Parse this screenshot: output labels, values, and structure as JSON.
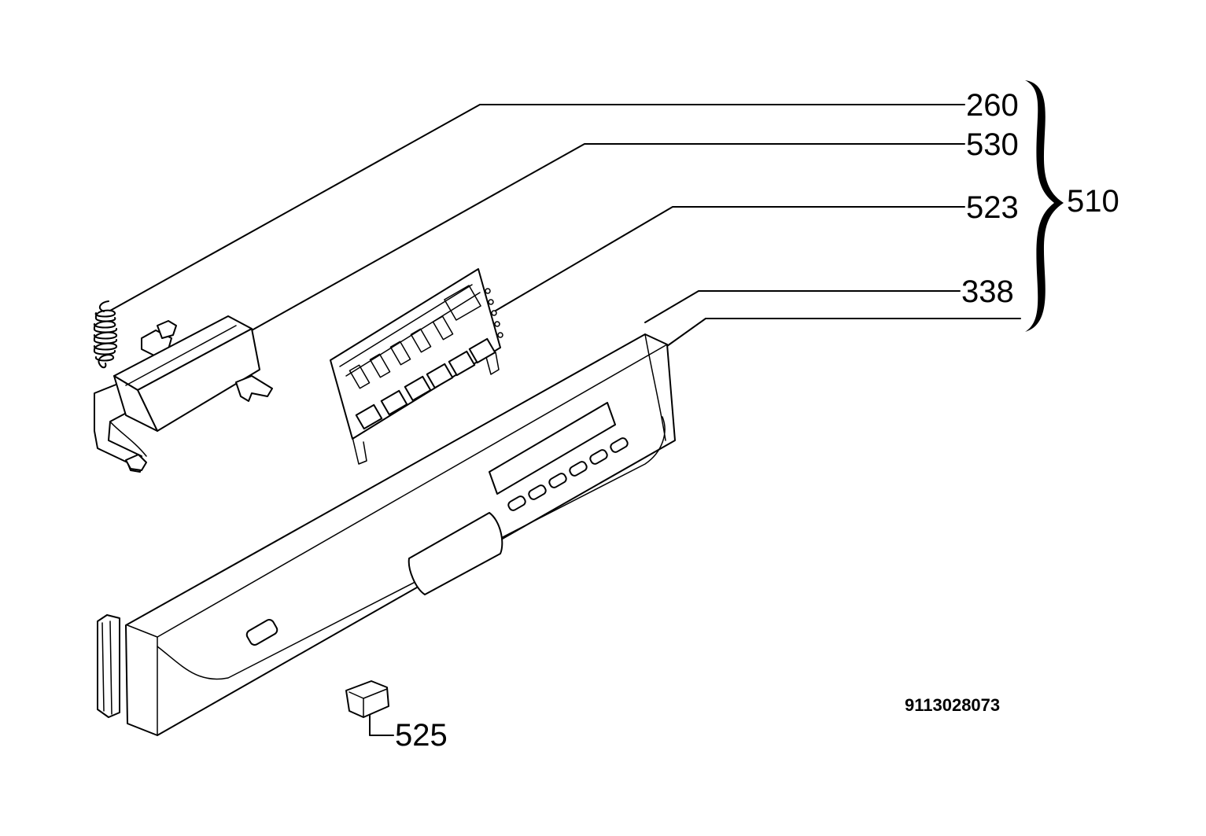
{
  "labels": {
    "p260": "260",
    "p530": "530",
    "p523": "523",
    "p338": "338",
    "p510": "510",
    "p525": "525"
  },
  "document_number": "9113028073"
}
